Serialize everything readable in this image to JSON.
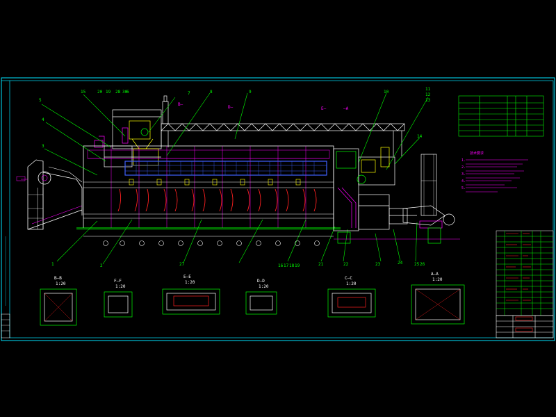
{
  "drawing": {
    "background": "#000000",
    "colors": {
      "frame": "#00e5ff",
      "steel": "#ffffff",
      "magenta": "#ff00ff",
      "green": "#00ff00",
      "yellow": "#ffff00",
      "red": "#ff2020",
      "blue": "#4060ff",
      "cyan": "#00ffff"
    }
  },
  "balloons_top": [
    "5",
    "4",
    "3",
    "15",
    "20",
    "19",
    "28",
    "30",
    "6",
    "7",
    "8",
    "9",
    "10",
    "11",
    "12",
    "13",
    "14"
  ],
  "balloons_bottom": [
    "1",
    "2",
    "27",
    "16",
    "17",
    "18",
    "19",
    "21",
    "22",
    "23",
    "24",
    "25",
    "26"
  ],
  "section_labels": {
    "a": "B—B",
    "b": "F—F",
    "c": "E—E",
    "d": "D—D",
    "e": "C—C",
    "f": "A—A",
    "scale_a": "1:20",
    "scale_b": "1:20",
    "scale_c": "1:20",
    "scale_d": "1:20",
    "scale_e": "1:20",
    "scale_f": "1:20"
  },
  "view_marks": {
    "top_left": "B—",
    "top_mid": "D—",
    "top_right": "E—",
    "far_right": "—A"
  },
  "notes_title": "技术要求",
  "notes": [
    "1.",
    "2.",
    "3.",
    "4.",
    "5."
  ],
  "title_block": {
    "title": ""
  }
}
